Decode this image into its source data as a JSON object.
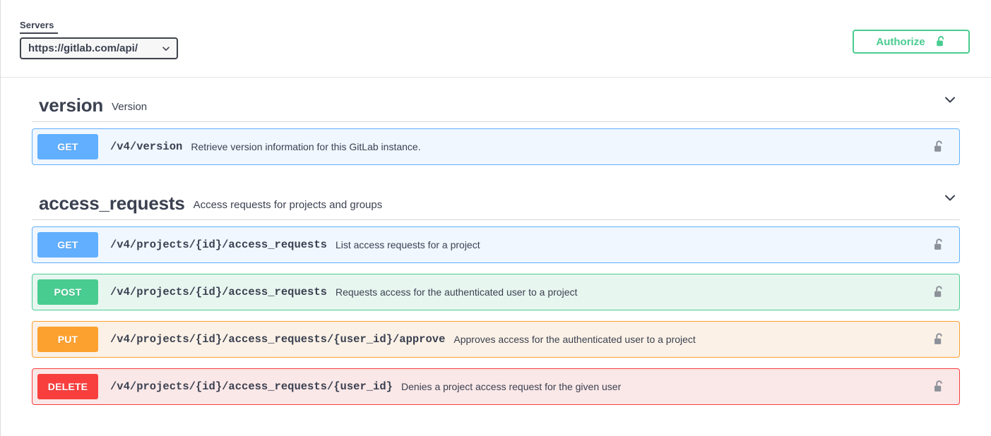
{
  "servers": {
    "label": "Servers",
    "selected": "https://gitlab.com/api/",
    "caret_icon": "chevron-down-icon"
  },
  "authorize": {
    "label": "Authorize",
    "lock_icon": "unlocked-padlock-icon",
    "accent_color": "#49cc90"
  },
  "sections": [
    {
      "name": "version",
      "description": "Version",
      "toggle_icon": "chevron-down-icon",
      "operations": [
        {
          "method": "GET",
          "path": "/v4/version",
          "description": "Retrieve version information for this GitLab instance.",
          "lock_icon": "unlocked-padlock-icon",
          "color": "#61affe"
        }
      ]
    },
    {
      "name": "access_requests",
      "description": "Access requests for projects and groups",
      "toggle_icon": "chevron-down-icon",
      "operations": [
        {
          "method": "GET",
          "path": "/v4/projects/{id}/access_requests",
          "description": "List access requests for a project",
          "lock_icon": "unlocked-padlock-icon",
          "color": "#61affe"
        },
        {
          "method": "POST",
          "path": "/v4/projects/{id}/access_requests",
          "description": "Requests access for the authenticated user to a project",
          "lock_icon": "unlocked-padlock-icon",
          "color": "#49cc90"
        },
        {
          "method": "PUT",
          "path": "/v4/projects/{id}/access_requests/{user_id}/approve",
          "description": "Approves access for the authenticated user to a project",
          "lock_icon": "unlocked-padlock-icon",
          "color": "#fca130"
        },
        {
          "method": "DELETE",
          "path": "/v4/projects/{id}/access_requests/{user_id}",
          "description": "Denies a project access request for the given user",
          "lock_icon": "unlocked-padlock-icon",
          "color": "#f93e3e"
        }
      ]
    }
  ]
}
